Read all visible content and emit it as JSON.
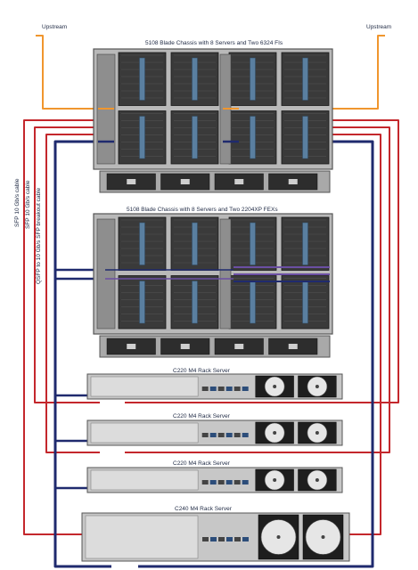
{
  "labels": {
    "upstream_left": "Upstream",
    "upstream_right": "Upstream",
    "chassis1": "5108 Blade Chassis with 8 Servers and Two 6324 FIs",
    "chassis2": "5108 Blade Chassis with 8 Servers and Two 2204XP FEXs",
    "rack1": "C220 M4 Rack Server",
    "rack2": "C220 M4 Rack Server",
    "rack3": "C220 M4 Rack Server",
    "rack4": "C240 M4 Rack Server"
  },
  "legend": {
    "cable1": "SFP 10 Gb/s cable",
    "cable2": "SFP 10 Gb/s cable",
    "cable3": "QSFP to 10 Gb/s SFP breakout cable"
  },
  "colors": {
    "upstream_cable": "#f0962e",
    "red_cable": "#c4272c",
    "navy_cable": "#1f2a6e",
    "purple_cable": "#6b4fa3",
    "chassis_metal": "#b9b9b9",
    "fan_grill": "#2b2b2b"
  }
}
